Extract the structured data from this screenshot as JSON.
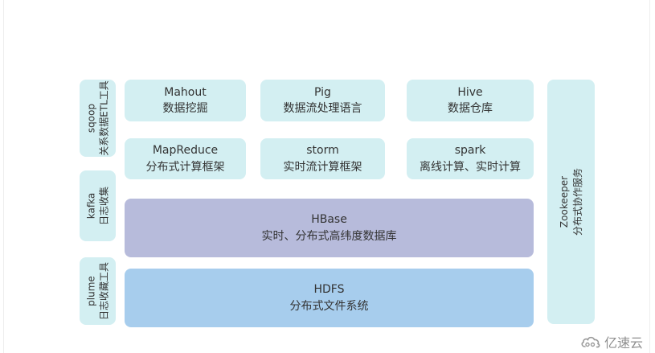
{
  "left_column": [
    {
      "name": "sqoop",
      "desc": "关系数据ETL工具"
    },
    {
      "name": "kafka",
      "desc": "日志收集"
    },
    {
      "name": "plume",
      "desc": "日志收藏工具"
    }
  ],
  "top_row": [
    {
      "name": "Mahout",
      "desc": "数据挖掘"
    },
    {
      "name": "Pig",
      "desc": "数据流处理语言"
    },
    {
      "name": "Hive",
      "desc": "数据仓库"
    }
  ],
  "second_row": [
    {
      "name": "MapReduce",
      "desc": "分布式计算框架"
    },
    {
      "name": "storm",
      "desc": "实时流计算框架"
    },
    {
      "name": "spark",
      "desc": "离线计算、实时计算"
    }
  ],
  "hbase": {
    "name": "HBase",
    "desc": "实时、分布式高纬度数据库"
  },
  "hdfs": {
    "name": "HDFS",
    "desc": "分布式文件系统"
  },
  "zookeeper": {
    "name": "Zookeeper",
    "desc": "分布式协作服务"
  },
  "watermark": {
    "text": "亿速云",
    "icon": "cloud-logo-icon"
  },
  "colors": {
    "component_bg": "#d3eff2",
    "hbase_bg": "#b7bbdb",
    "hdfs_bg": "#a7cded",
    "text": "#333333"
  }
}
